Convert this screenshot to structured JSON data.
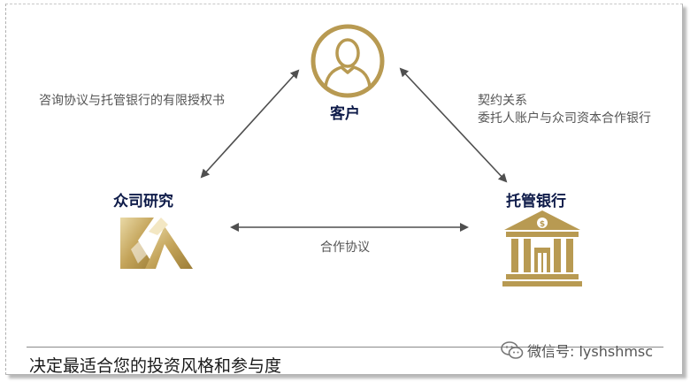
{
  "nodes": {
    "client": {
      "label": "客户"
    },
    "zhongsi": {
      "label": "众司研究"
    },
    "bank": {
      "label": "托管银行"
    }
  },
  "edges": {
    "zhongsi_client": {
      "label": "咨询协议与托管银行的有限授权书"
    },
    "client_bank": {
      "lines": [
        "契约关系",
        "委托人账户与众司资本合作银行"
      ]
    },
    "zhongsi_bank": {
      "label": "合作协议"
    }
  },
  "footer": {
    "slogan": "决定最适合您的投资风格和参与度",
    "watermark": "微信号: lyshshmsc"
  },
  "colors": {
    "gold": "#b89a52",
    "navy": "#0f1c4a",
    "arrow": "#4f4f4f"
  },
  "icons": {
    "client": "person-icon",
    "zhongsi": "zhongsi-logo",
    "bank": "bank-building-icon",
    "watermark": "wechat-icon"
  }
}
